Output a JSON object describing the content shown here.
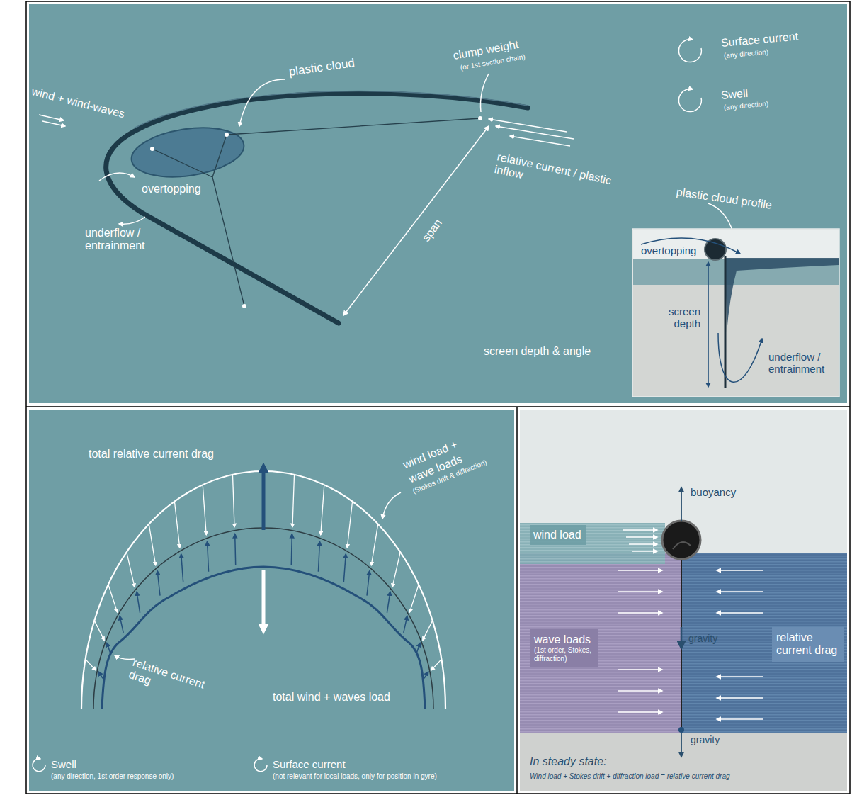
{
  "diagram": {
    "nodes": [
      {
        "text": [
          "overtopping",
          "screen depth",
          "underflow / entrainment"
        ]
      },
      {
        "text": [
          "wind load"
        ]
      },
      {
        "text": [
          "wave loads",
          "(1st order, Stokes, diffraction)"
        ]
      },
      {
        "text": [
          "relative current drag"
        ]
      }
    ],
    "labels": [
      "wind + wind-waves",
      "plastic cloud",
      "clump weight",
      "(or 1st section chain)",
      "Surface current",
      "(any direction)",
      "Swell",
      "(any direction)",
      "overtopping",
      "underflow / entrainment",
      "relative current / plastic inflow",
      "span",
      "plastic cloud profile",
      "screen depth & angle",
      "total relative current drag",
      "wind load +",
      "wave loads",
      "(Stokes drift & diffraction)",
      "relative current drag",
      "total wind + waves load",
      "Swell",
      "(any direction, 1st order response only)",
      "Surface current",
      "(not relevant for local loads, only for position in gyre)",
      "buoyancy",
      "gravity",
      "gravity",
      "In steady state:",
      "Wind load + Stokes drift + diffraction load = relative current drag"
    ]
  }
}
